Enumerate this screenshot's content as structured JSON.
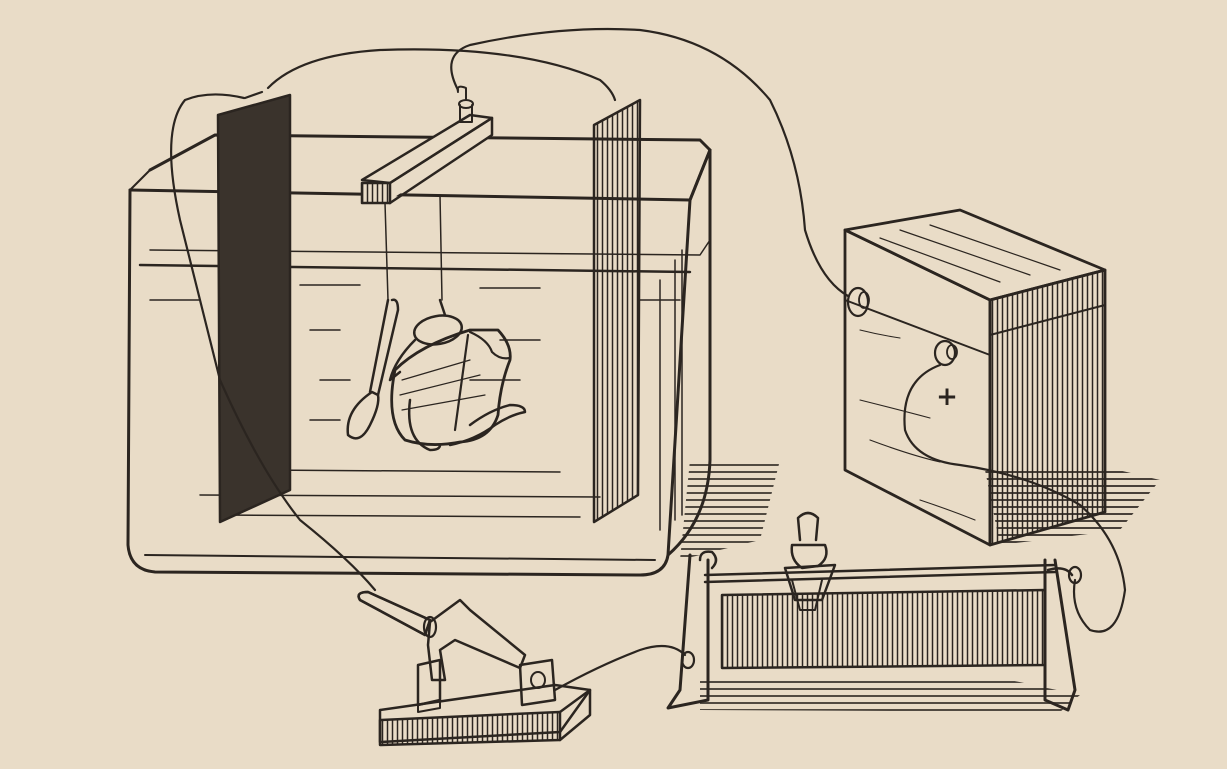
{
  "diagram": {
    "battery": {
      "positive_symbol": "+"
    },
    "colors": {
      "paper": "#e9dcc7",
      "ink": "#2b2520",
      "plate": "#3a332c"
    },
    "icons": [
      "glass-tank",
      "electrode-plate",
      "wooden-crossbar",
      "teapot",
      "scissors",
      "spoon",
      "battery-box",
      "knife-switch",
      "rheostat",
      "binding-post"
    ]
  }
}
